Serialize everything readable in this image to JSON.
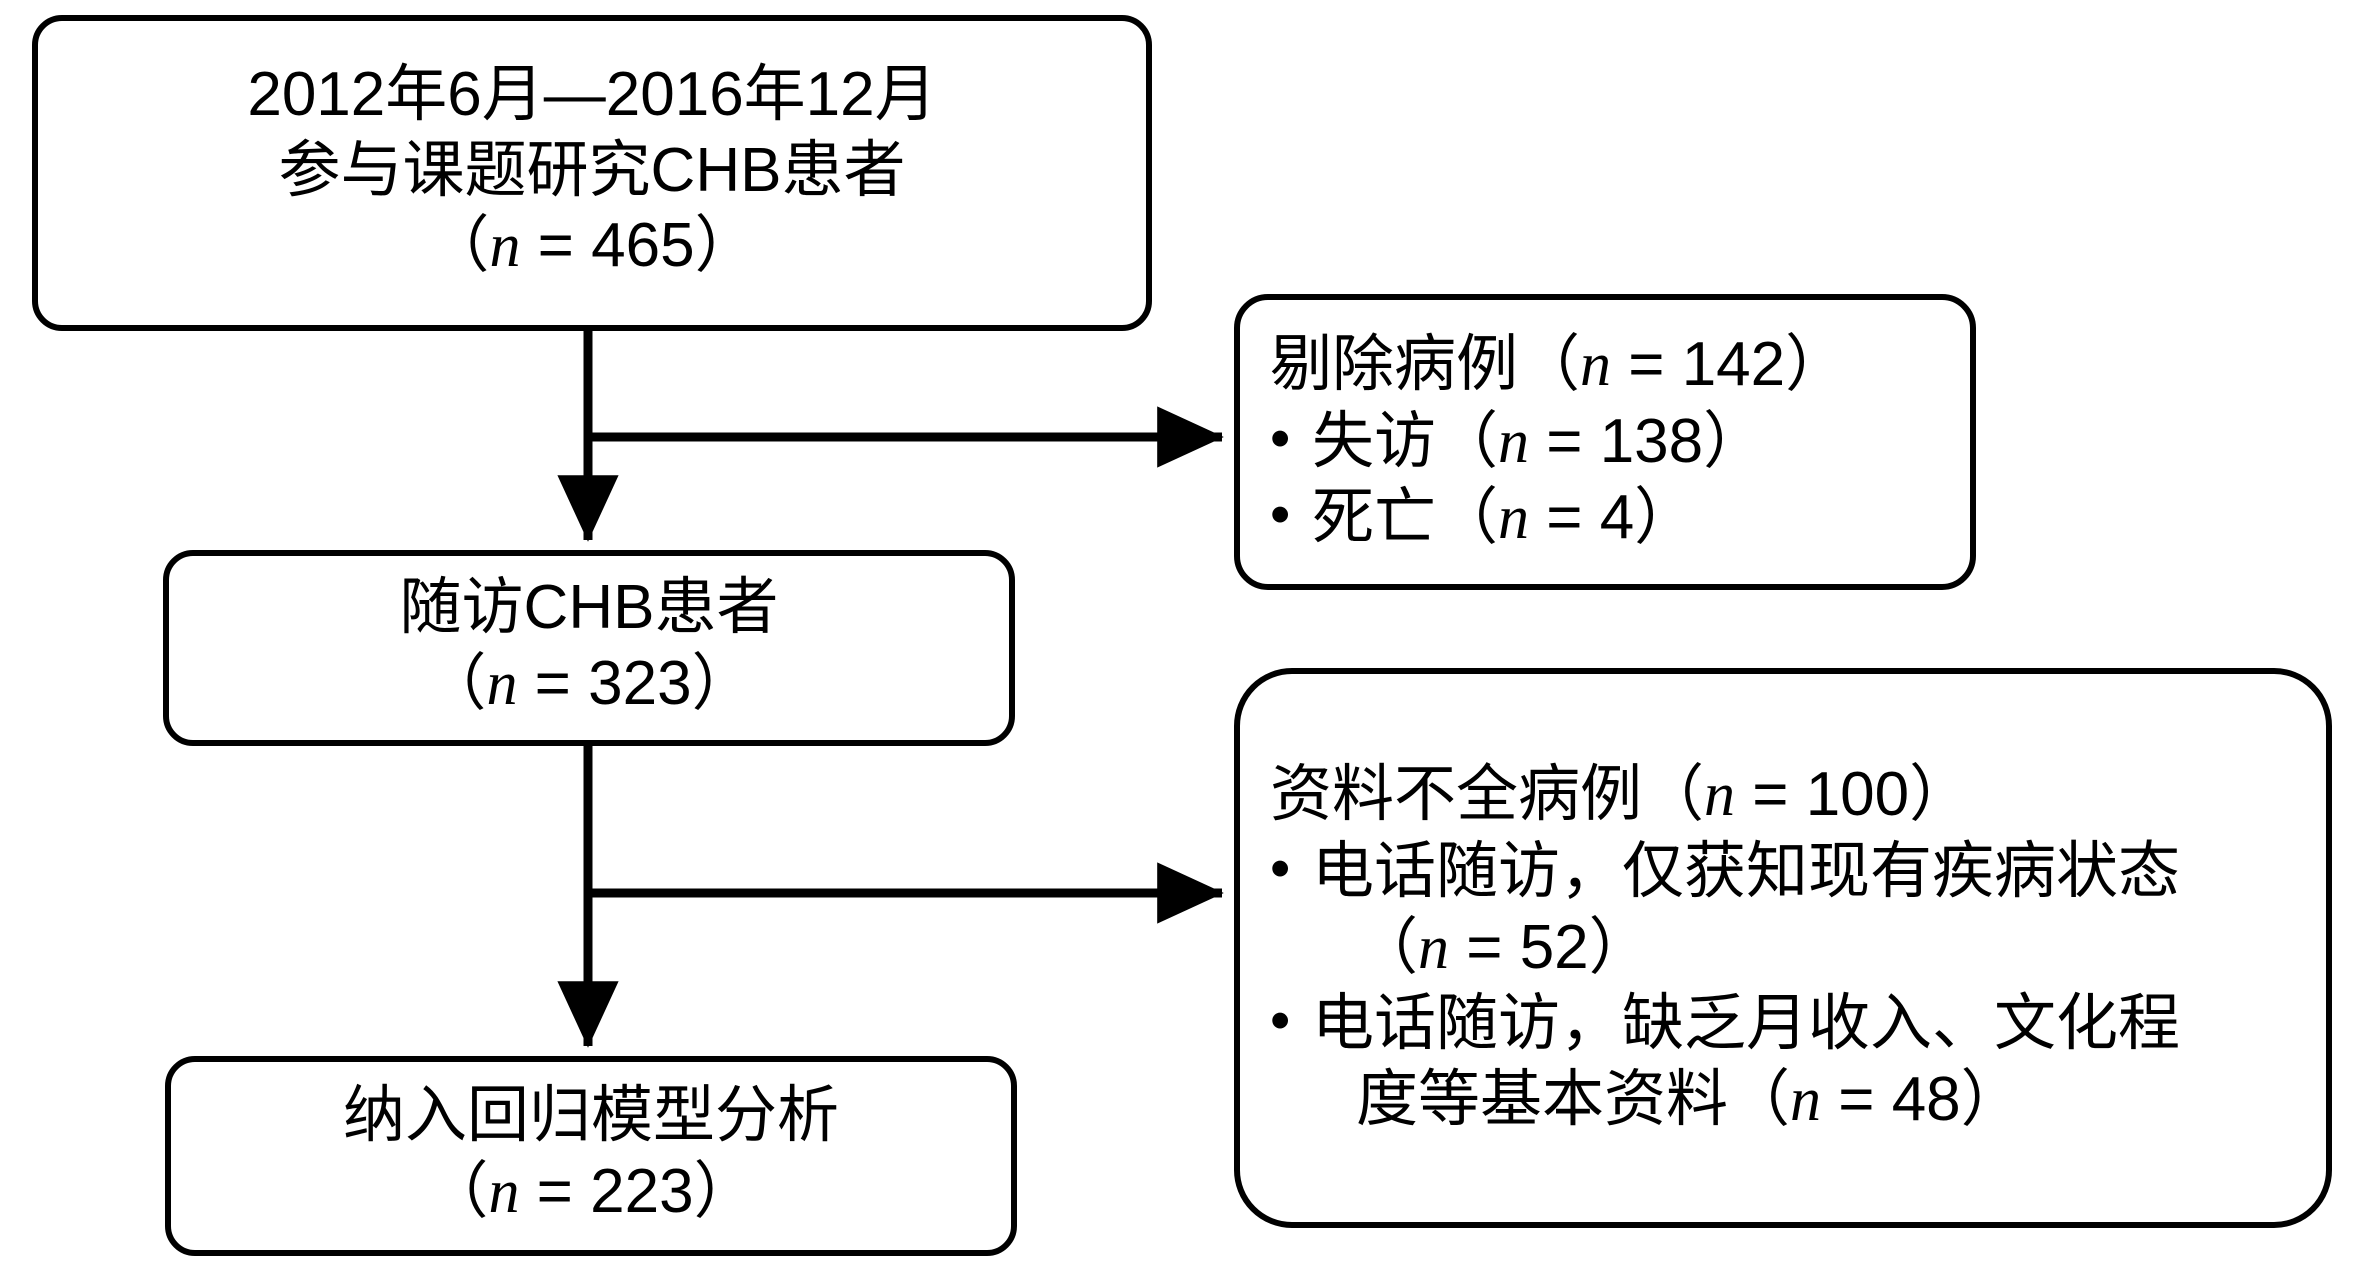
{
  "diagram": {
    "title": "CHB patient study flow diagram",
    "type": "flowchart",
    "stroke_color": "#000000",
    "background_color": "#ffffff"
  },
  "nodes": {
    "enrolled": {
      "name": "enrolled-patients",
      "lines": [
        "2012年6月—2016年12月",
        "参与课题研究CHB患者"
      ],
      "count_prefix": "（",
      "count_var": "n",
      "count_eq": " = ",
      "count_value": "465",
      "count_suffix": "）"
    },
    "excluded": {
      "name": "excluded-cases",
      "heading_text": "剔除病例（",
      "heading_var": "n",
      "heading_eq": " = ",
      "heading_value": "142",
      "heading_suffix": "）",
      "bullet_glyph": "•",
      "bullets": [
        {
          "text": "失访（",
          "var": "n",
          "eq": " = ",
          "value": "138",
          "suffix": "）"
        },
        {
          "text": "死亡（",
          "var": "n",
          "eq": " = ",
          "value": "4",
          "suffix": "）"
        }
      ]
    },
    "followed": {
      "name": "followed-patients",
      "lines": [
        "随访CHB患者"
      ],
      "count_prefix": "（",
      "count_var": "n",
      "count_eq": " = ",
      "count_value": "323",
      "count_suffix": "）"
    },
    "incomplete": {
      "name": "incomplete-data-cases",
      "heading_text": "资料不全病例（",
      "heading_var": "n",
      "heading_eq": " = ",
      "heading_value": "100",
      "heading_suffix": "）",
      "bullet_glyph": "•",
      "bullets": [
        {
          "text": "电话随访，仅获知现有疾病状态",
          "cont_prefix": "（",
          "var": "n",
          "eq": " = ",
          "value": "52",
          "suffix": "）"
        },
        {
          "text": "电话随访，缺乏月收入、文化程",
          "cont_text": "度等基本资料（",
          "var": "n",
          "eq": " = ",
          "value": "48",
          "suffix": "）"
        }
      ]
    },
    "included": {
      "name": "included-in-regression",
      "lines": [
        "纳入回归模型分析"
      ],
      "count_prefix": "（",
      "count_var": "n",
      "count_eq": " = ",
      "count_value": "223",
      "count_suffix": "）"
    }
  },
  "connectors": [
    {
      "name": "enrolled-to-followed",
      "from": "enrolled",
      "to": "followed",
      "direction": "down"
    },
    {
      "name": "enrolled-to-excluded",
      "from": "enrolled",
      "to": "excluded",
      "direction": "right"
    },
    {
      "name": "followed-to-included",
      "from": "followed",
      "to": "included",
      "direction": "down"
    },
    {
      "name": "followed-to-incomplete",
      "from": "followed",
      "to": "incomplete",
      "direction": "right"
    }
  ]
}
